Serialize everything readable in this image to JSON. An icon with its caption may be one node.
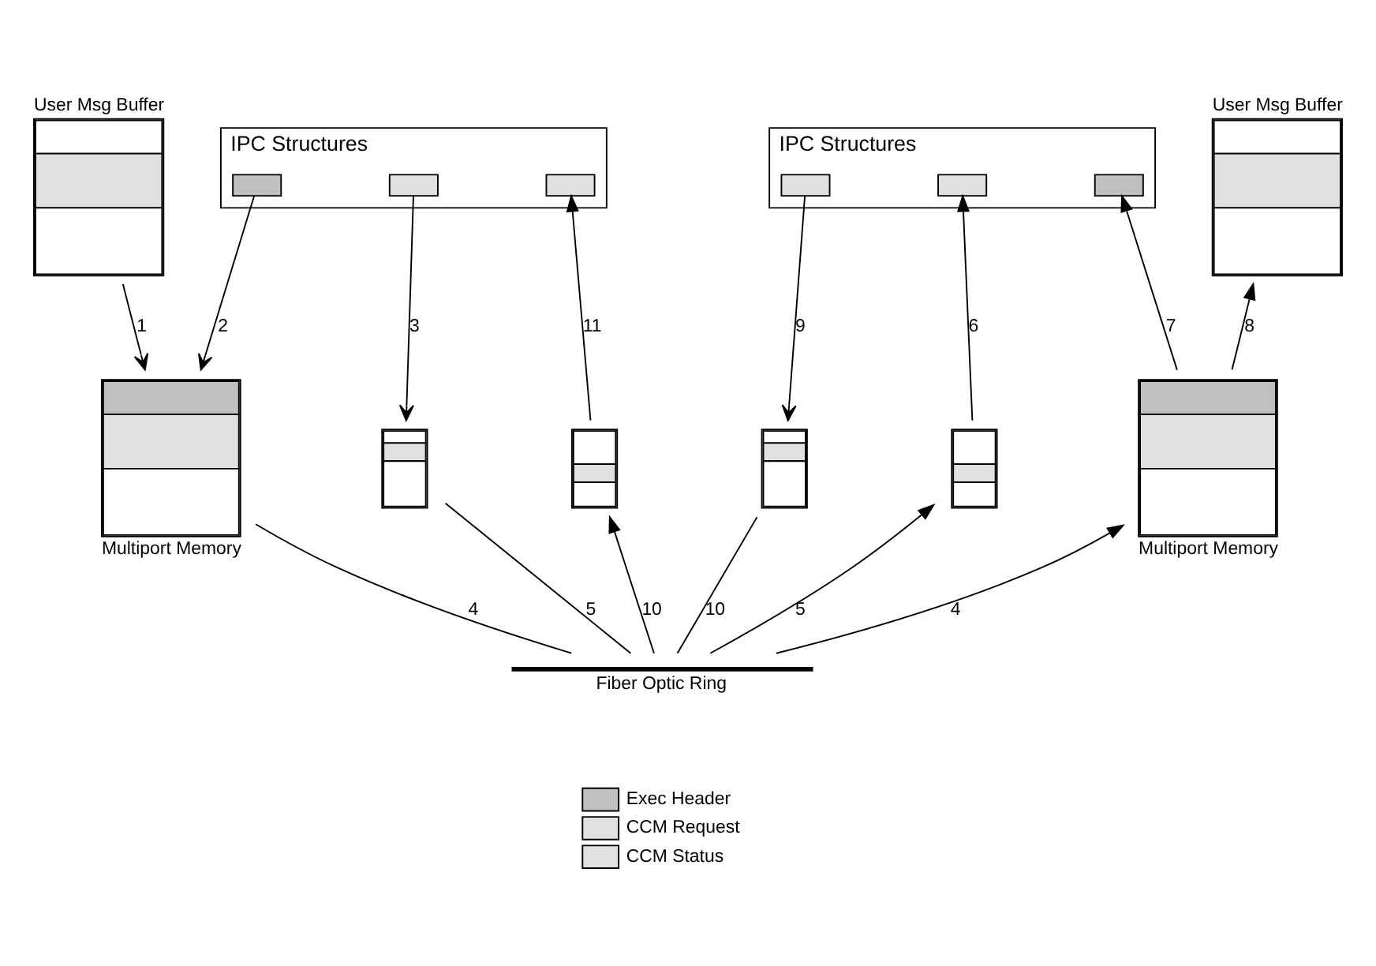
{
  "diagram": {
    "nodes": [
      {
        "text": [
          "User Msg Buffer"
        ]
      },
      {
        "text": [
          "IPC Structures"
        ]
      },
      {
        "text": [],
        "shape": "box",
        "in": 1
      },
      {
        "text": [],
        "shape": "box",
        "in": 1
      },
      {
        "text": [],
        "shape": "box",
        "in": 1
      },
      {
        "text": [
          "IPC Structures"
        ]
      },
      {
        "text": [],
        "shape": "box",
        "in": 5
      },
      {
        "text": [],
        "shape": "box",
        "in": 5
      },
      {
        "text": [],
        "shape": "box",
        "in": 5
      },
      {
        "text": [
          "User Msg Buffer"
        ]
      },
      {
        "text": [
          "Multiport Memory"
        ]
      },
      {
        "text": [],
        "shape": "box"
      },
      {
        "text": [],
        "shape": "box"
      },
      {
        "text": [],
        "shape": "box"
      },
      {
        "text": [],
        "shape": "box"
      },
      {
        "text": [
          "Multiport Memory"
        ]
      },
      {
        "text": [
          "Fiber Optic Ring"
        ]
      }
    ],
    "edges": [
      {
        "from": 0,
        "to": 10,
        "arrow": "to",
        "label": "1"
      },
      {
        "from": 2,
        "to": 10,
        "arrow": "to",
        "label": "2"
      },
      {
        "from": 3,
        "to": 11,
        "arrow": "to",
        "label": "3"
      },
      {
        "from": 10,
        "to": 16,
        "arrow": "none",
        "label": "4"
      },
      {
        "from": 16,
        "to": 15,
        "arrow": "to",
        "label": "4"
      },
      {
        "from": 11,
        "to": 16,
        "arrow": "none",
        "label": "5"
      },
      {
        "from": 16,
        "to": 14,
        "arrow": "to",
        "label": "5"
      },
      {
        "from": 14,
        "to": 7,
        "arrow": "to",
        "label": "6"
      },
      {
        "from": 15,
        "to": 8,
        "arrow": "to",
        "label": "7"
      },
      {
        "from": 15,
        "to": 9,
        "arrow": "to",
        "label": "8"
      },
      {
        "from": 6,
        "to": 13,
        "arrow": "to",
        "label": "9"
      },
      {
        "from": 13,
        "to": 16,
        "arrow": "none",
        "label": "10"
      },
      {
        "from": 16,
        "to": 12,
        "arrow": "to",
        "label": "10"
      },
      {
        "from": 12,
        "to": 4,
        "arrow": "to",
        "label": "11"
      }
    ],
    "legend": [
      {
        "text": "Exec Header",
        "color": "#c0c0c0"
      },
      {
        "text": "CCM Request",
        "color": "#e0e0e0"
      },
      {
        "text": "CCM Status",
        "color": "#e0e0e0"
      }
    ]
  }
}
